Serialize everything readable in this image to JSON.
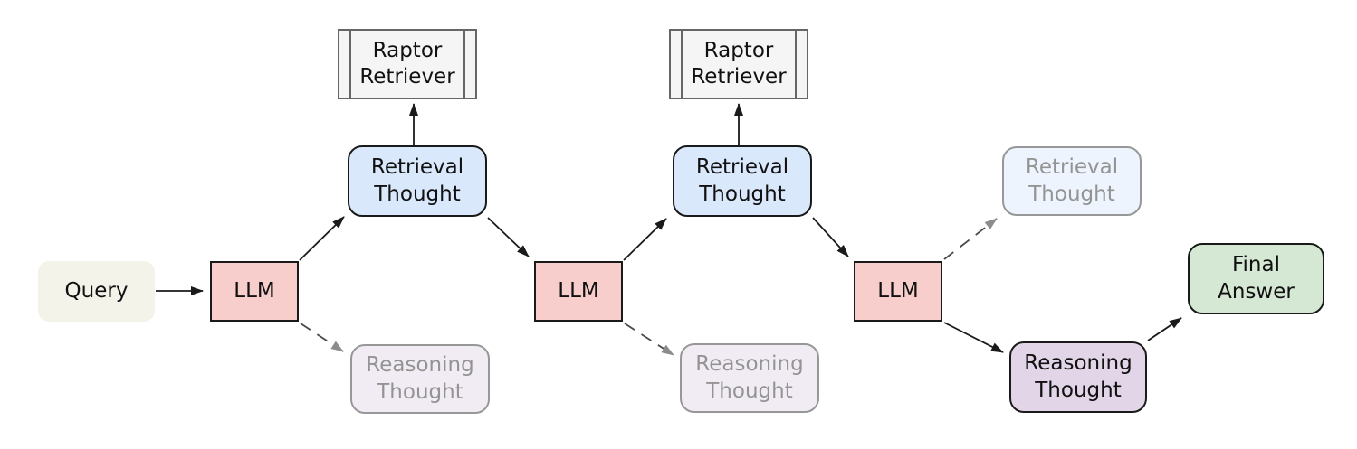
{
  "diagram": {
    "type": "flowchart",
    "description_visible_text_only": "",
    "nodes": {
      "query": {
        "label": "Query"
      },
      "llm1": {
        "label": "LLM"
      },
      "llm2": {
        "label": "LLM"
      },
      "llm3": {
        "label": "LLM"
      },
      "raptor1": {
        "label": "Raptor Retriever"
      },
      "raptor2": {
        "label": "Raptor Retriever"
      },
      "retrieval1": {
        "label": "Retrieval Thought"
      },
      "retrieval2": {
        "label": "Retrieval Thought"
      },
      "retrieval3": {
        "label": "Retrieval Thought",
        "faded": true
      },
      "reasoning1": {
        "label": "Reasoning Thought",
        "faded": true
      },
      "reasoning2": {
        "label": "Reasoning Thought",
        "faded": true
      },
      "reasoning3": {
        "label": "Reasoning Thought"
      },
      "final": {
        "label": "Final Answer"
      }
    },
    "edges": [
      {
        "from": "query",
        "to": "llm1",
        "style": "solid"
      },
      {
        "from": "llm1",
        "to": "retrieval1",
        "style": "solid"
      },
      {
        "from": "retrieval1",
        "to": "raptor1",
        "style": "solid"
      },
      {
        "from": "retrieval1",
        "to": "llm2",
        "style": "solid"
      },
      {
        "from": "llm1",
        "to": "reasoning1",
        "style": "dashed"
      },
      {
        "from": "llm2",
        "to": "retrieval2",
        "style": "solid"
      },
      {
        "from": "retrieval2",
        "to": "raptor2",
        "style": "solid"
      },
      {
        "from": "retrieval2",
        "to": "llm3",
        "style": "solid"
      },
      {
        "from": "llm2",
        "to": "reasoning2",
        "style": "dashed"
      },
      {
        "from": "llm3",
        "to": "retrieval3",
        "style": "dashed"
      },
      {
        "from": "llm3",
        "to": "reasoning3",
        "style": "solid"
      },
      {
        "from": "reasoning3",
        "to": "final",
        "style": "solid"
      }
    ],
    "colors": {
      "query_fill": "#f3f3ea",
      "llm_fill": "#f8cecc",
      "retrieval_fill": "#dae8fc",
      "reasoning_fill": "#e1d5e7",
      "final_fill": "#d5e8d4",
      "retriever_fill": "#f5f5f5",
      "retriever_border": "#666666",
      "node_border": "#1a1a1a",
      "dashed_edge": "#4a4a4a",
      "muted_arrowhead": "#8c8c8c",
      "background": "#ffffff"
    }
  }
}
